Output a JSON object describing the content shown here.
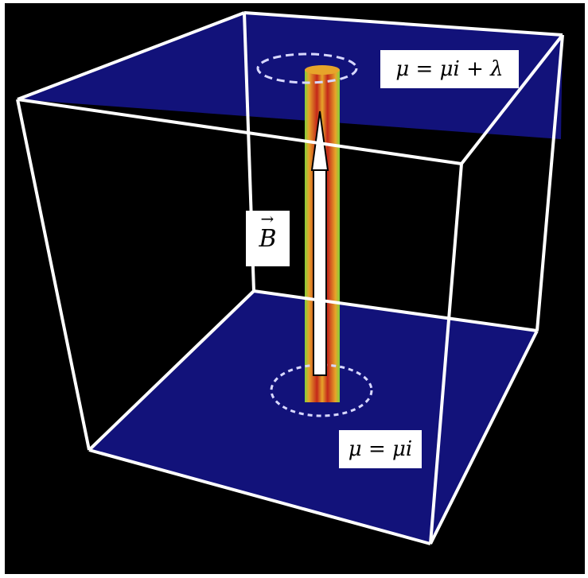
{
  "diagram": {
    "colors": {
      "background": "#000000",
      "face_fill": "#12127a",
      "cube_edge": "#ffffff",
      "flux_tube_outer": "#e7a52a",
      "flux_tube_inner": "#c4281a",
      "arrow": "#ffffff"
    },
    "labels": {
      "top": "μ = μi + λ",
      "field": "B",
      "bottom": "μ = μi"
    }
  }
}
